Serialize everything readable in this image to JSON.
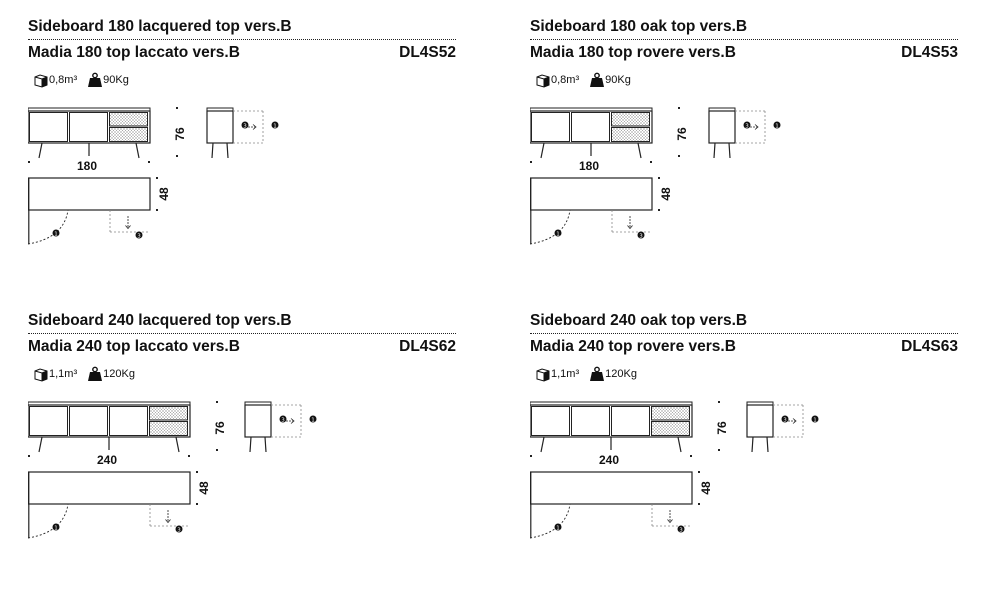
{
  "products": [
    {
      "title_en": "Sideboard 180 lacquered top vers.B",
      "title_it": "Madia 180 top laccato vers.B",
      "code": "DL4S52",
      "volume": "0,8m³",
      "weight": "90Kg",
      "width": "180",
      "height": "76",
      "depth": "48",
      "doors": 2
    },
    {
      "title_en": "Sideboard 180 oak top vers.B",
      "title_it": "Madia 180 top rovere vers.B",
      "code": "DL4S53",
      "volume": "0,8m³",
      "weight": "90Kg",
      "width": "180",
      "height": "76",
      "depth": "48",
      "doors": 2
    },
    {
      "title_en": "Sideboard 240 lacquered top vers.B",
      "title_it": "Madia 240 top laccato vers.B",
      "code": "DL4S62",
      "volume": "1,1m³",
      "weight": "120Kg",
      "width": "240",
      "height": "76",
      "depth": "48",
      "doors": 3
    },
    {
      "title_en": "Sideboard 240 oak top vers.B",
      "title_it": "Madia 240 top rovere vers.B",
      "code": "DL4S63",
      "volume": "1,1m³",
      "weight": "120Kg",
      "width": "240",
      "height": "76",
      "depth": "48",
      "doors": 3
    }
  ],
  "icons": {
    "volume": "box-volume-icon",
    "weight": "weight-icon"
  },
  "colors": {
    "text": "#111111",
    "line": "#222222",
    "mesh": "#cfcfcf"
  }
}
